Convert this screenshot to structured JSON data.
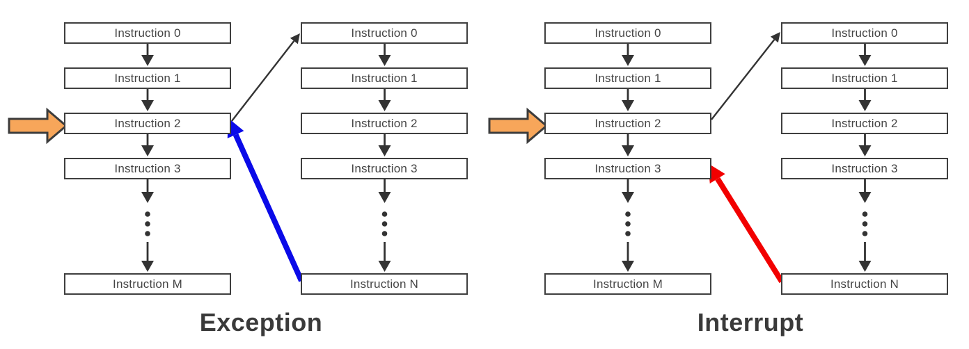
{
  "colors": {
    "background": "#ffffff",
    "box_border": "#3f3f3f",
    "box_text": "#444444",
    "flow_arrow": "#333333",
    "jump_arrow": "#333333",
    "return_blue": "#0a0ae8",
    "return_red": "#f20000",
    "pointer_fill": "#f7a65a",
    "pointer_border": "#3c3c3c",
    "caption": "#3a3a3a"
  },
  "diagrams": [
    {
      "caption": "Exception",
      "main_flow": {
        "boxes": [
          "Instruction 0",
          "Instruction 1",
          "Instruction 2",
          "Instruction 3",
          "Instruction M"
        ]
      },
      "handler_flow": {
        "boxes": [
          "Instruction 0",
          "Instruction 1",
          "Instruction 2",
          "Instruction 3",
          "Instruction N"
        ]
      },
      "pointer_arrow": {
        "points_to": "Instruction 2"
      },
      "jump_arrow": {
        "from": "Instruction 2",
        "to": "Instruction 0"
      },
      "return_arrow": {
        "from": "Instruction N",
        "to": "Instruction 2",
        "color": "#0a0ae8"
      }
    },
    {
      "caption": "Interrupt",
      "main_flow": {
        "boxes": [
          "Instruction 0",
          "Instruction 1",
          "Instruction 2",
          "Instruction 3",
          "Instruction M"
        ]
      },
      "handler_flow": {
        "boxes": [
          "Instruction 0",
          "Instruction 1",
          "Instruction 2",
          "Instruction 3",
          "Instruction N"
        ]
      },
      "pointer_arrow": {
        "points_to": "Instruction 2"
      },
      "jump_arrow": {
        "from": "Instruction 2",
        "to": "Instruction 0"
      },
      "return_arrow": {
        "from": "Instruction N",
        "to": "Instruction 3",
        "color": "#f20000"
      }
    }
  ]
}
